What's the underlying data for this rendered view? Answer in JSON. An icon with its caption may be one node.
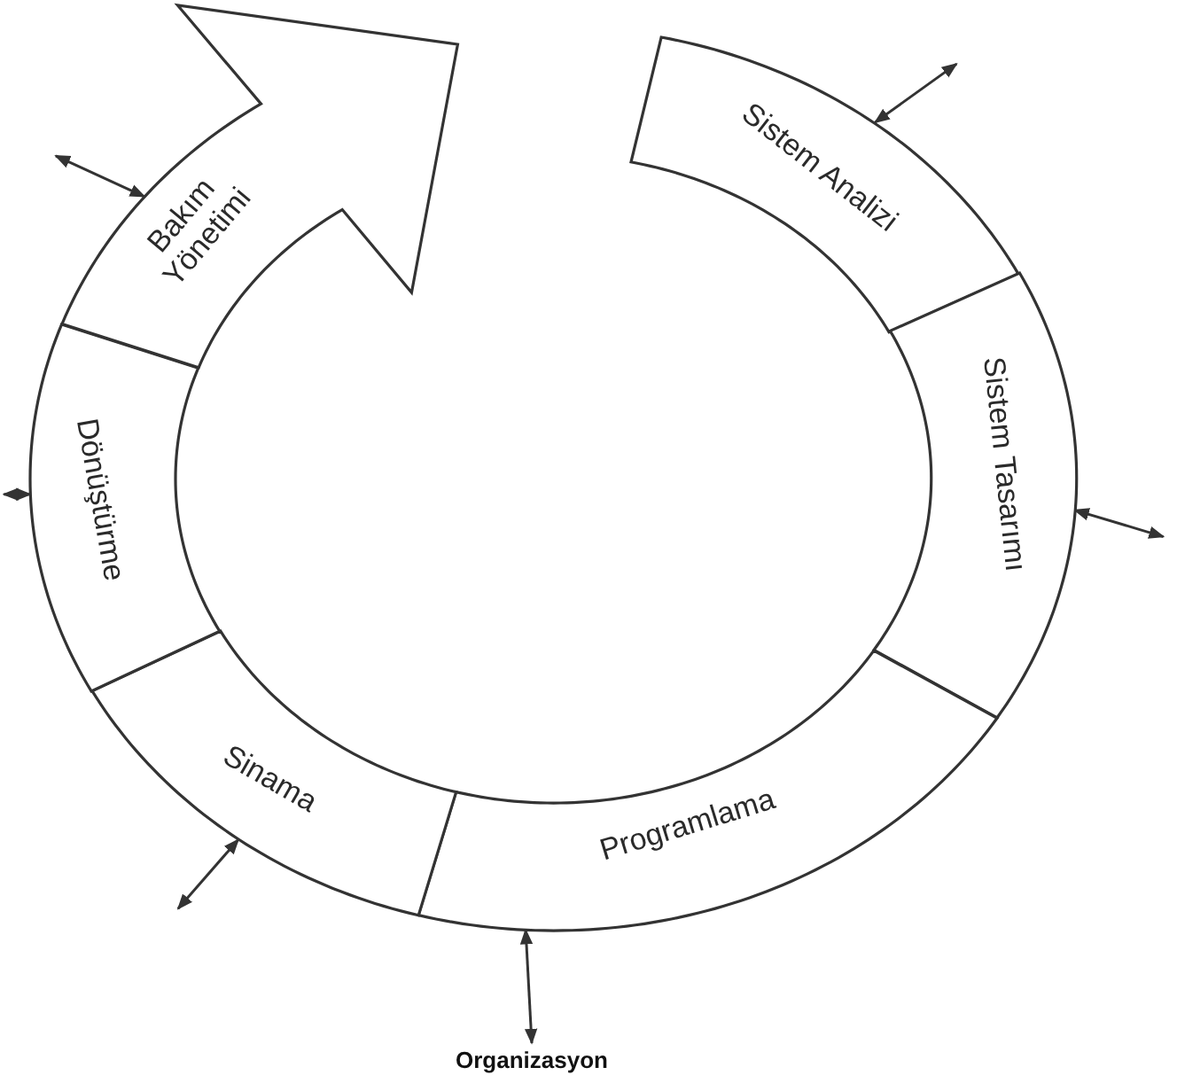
{
  "diagram": {
    "nodes": [
      {
        "text": [
          "Sistem Analizi"
        ]
      },
      {
        "text": [
          "Sistem Tasarımı"
        ]
      },
      {
        "text": [
          "Programlama"
        ]
      },
      {
        "text": [
          "Sinama"
        ]
      },
      {
        "text": [
          "Dönüştürme"
        ]
      },
      {
        "text": [
          "Bakım Yönetimi"
        ]
      },
      {
        "text": [
          "Organizasyon"
        ]
      }
    ],
    "edges": [
      {
        "from": 0,
        "to": null,
        "arrow": "both"
      },
      {
        "from": 1,
        "to": null,
        "arrow": "both"
      },
      {
        "from": 2,
        "to": 6,
        "arrow": "both"
      },
      {
        "from": 3,
        "to": null,
        "arrow": "both"
      },
      {
        "from": 4,
        "to": null,
        "arrow": "both"
      },
      {
        "from": 5,
        "to": null,
        "arrow": "both"
      }
    ]
  }
}
